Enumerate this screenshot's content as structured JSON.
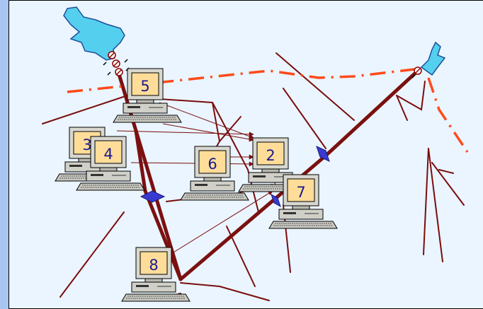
{
  "colors": {
    "river": "#7b0d0d",
    "main_river": "#7b1010",
    "boundary": "#ff4a1a",
    "lake": "#55cfee",
    "node": "#3a3ad0",
    "screen": "#ffdd99",
    "background": "#eaf5ff",
    "left_strip": "#a9c6f2"
  },
  "computers": [
    {
      "label": "5"
    },
    {
      "label": "3"
    },
    {
      "label": "4"
    },
    {
      "label": "6"
    },
    {
      "label": "2"
    },
    {
      "label": "7"
    },
    {
      "label": "8"
    }
  ],
  "icons": [
    "lake-icon",
    "dam-icon",
    "computer-icon",
    "junction-diamond-icon"
  ]
}
